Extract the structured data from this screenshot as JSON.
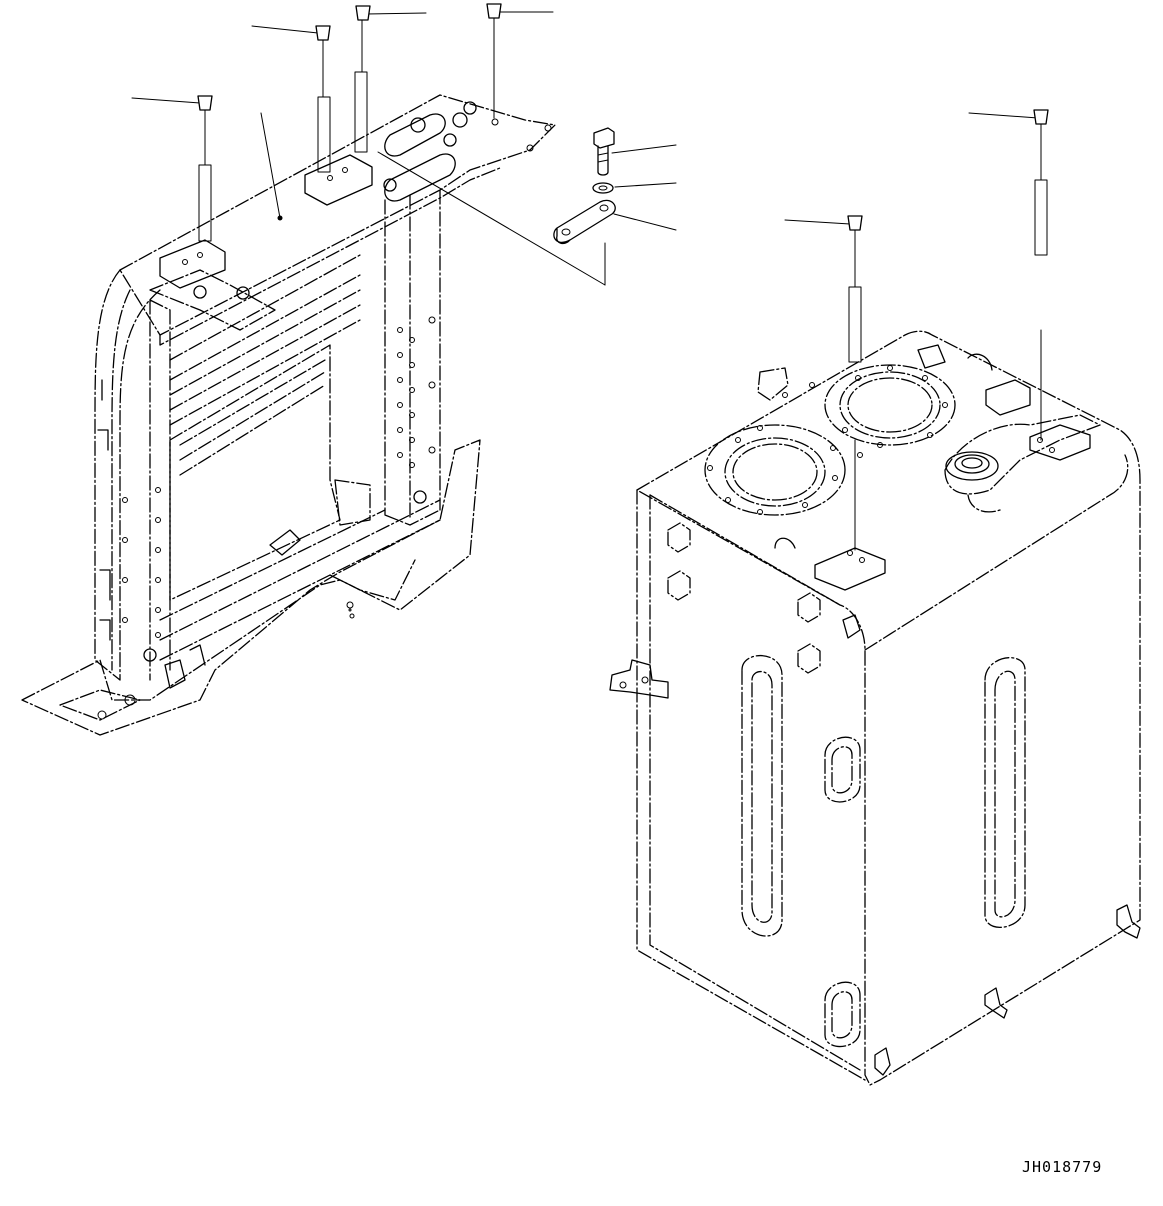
{
  "drawing": {
    "code": "JH018779",
    "fasteners": [
      {
        "part": "cap",
        "group": "frame"
      },
      {
        "part": "cap",
        "group": "frame"
      },
      {
        "part": "cap",
        "group": "frame"
      },
      {
        "part": "cap",
        "group": "frame"
      },
      {
        "part": "bolt",
        "group": "bracket"
      },
      {
        "part": "washer",
        "group": "bracket"
      },
      {
        "part": "plate",
        "group": "bracket"
      },
      {
        "part": "cap",
        "group": "tank"
      },
      {
        "part": "cap",
        "group": "tank"
      }
    ]
  }
}
